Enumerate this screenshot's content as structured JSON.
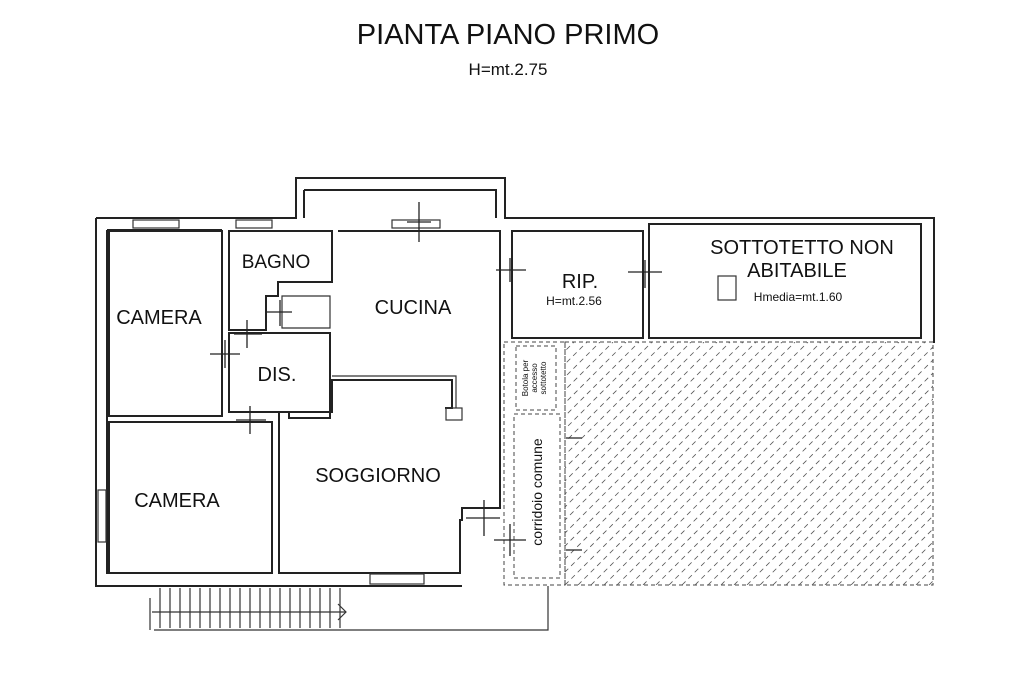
{
  "header": {
    "title": "PIANTA PIANO PRIMO",
    "subtitle": "H=mt.2.75"
  },
  "rooms": {
    "camera_top": "CAMERA",
    "bagno": "BAGNO",
    "cucina": "CUCINA",
    "dis": "DIS.",
    "soggiorno": "SOGGIORNO",
    "camera_bottom": "CAMERA",
    "rip": "RIP.",
    "rip_height": "H=mt.2.56",
    "sottotetto_line1": "SOTTOTETTO NON",
    "sottotetto_line2": "ABITABILE",
    "sottotetto_height": "Hmedia=mt.1.60",
    "botola_line1": "Botola per",
    "botola_line2": "accesso",
    "botola_line3": "sottotetto",
    "corridoio": "corridoio comune"
  }
}
